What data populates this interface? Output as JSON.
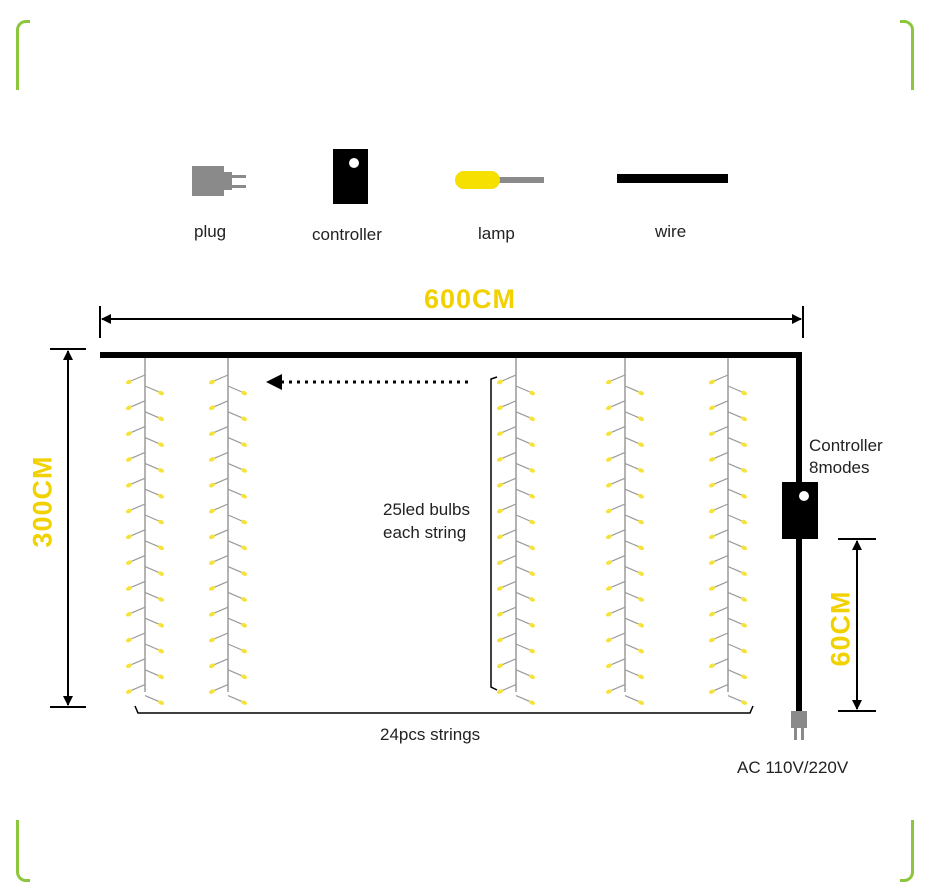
{
  "legend": {
    "plug_label": "plug",
    "controller_label": "controller",
    "lamp_label": "lamp",
    "wire_label": "wire"
  },
  "dimensions": {
    "width": "600CM",
    "height": "300CM",
    "lead": "60CM"
  },
  "annotations": {
    "bulbs_line1": "25led bulbs",
    "bulbs_line2": "each string",
    "strings": "24pcs strings",
    "controller_line1": "Controller",
    "controller_line2": "8modes",
    "power": "AC 110V/220V"
  },
  "colors": {
    "frame": "#8cc63f",
    "accent": "#f2d100",
    "bulb": "#f5e23a",
    "string": "#9a9a9a",
    "wire": "#000000",
    "plug": "#808080"
  }
}
